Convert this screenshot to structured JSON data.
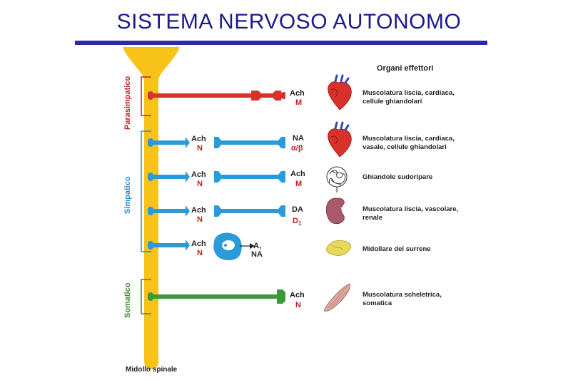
{
  "title": "SISTEMA NERVOSO AUTONOMO",
  "header_organi": "Organi effettori",
  "footer_label": "Midollo spinale",
  "side_labels": {
    "parasimpatico": "Parasimpatico",
    "simpatico": "Simpatico",
    "somatico": "Somatico"
  },
  "rows": [
    {
      "id": "para",
      "pre_label": "",
      "pre_receptor": "",
      "post_label": "Ach",
      "post_receptor": "M",
      "organ_icon": "heart-icon",
      "organ_lines": [
        "Muscolatura liscia, cardiaca,",
        "cellule ghiandolari"
      ]
    },
    {
      "id": "simp-1",
      "pre_label": "Ach",
      "pre_receptor": "N",
      "post_label": "NA",
      "post_receptor": "α/β",
      "organ_icon": "heart-icon",
      "organ_lines": [
        "Muscolatura liscia, cardiaca,",
        "vasale, cellule ghiandolari"
      ]
    },
    {
      "id": "simp-2",
      "pre_label": "Ach",
      "pre_receptor": "N",
      "post_label": "Ach",
      "post_receptor": "M",
      "organ_icon": "sweat-gland-icon",
      "organ_lines": [
        "Ghiandole sudoripare"
      ]
    },
    {
      "id": "simp-3",
      "pre_label": "Ach",
      "pre_receptor": "N",
      "post_label": "DA",
      "post_receptor": "D1",
      "organ_icon": "kidney-icon",
      "organ_lines": [
        "Muscolatura liscia, vascolare,",
        "renale"
      ]
    },
    {
      "id": "simp-4",
      "pre_label": "Ach",
      "pre_receptor": "N",
      "post_label_lines": [
        "A,",
        "NA"
      ],
      "organ_icon": "adrenal-gland-icon",
      "organ_lines": [
        "Midollare del surrene"
      ]
    },
    {
      "id": "soma",
      "post_label": "Ach",
      "post_receptor": "N",
      "organ_icon": "skeletal-muscle-icon",
      "organ_lines": [
        "Muscolatura scheletrica,",
        "somatica"
      ]
    }
  ],
  "colors": {
    "title": "#1a1a8c",
    "spinal_cord": "#f7c31a",
    "parasimpatico": "#d8322a",
    "simpatico": "#2a9ad8",
    "somatico": "#3a9a3a",
    "side_label_para": "#c0202a",
    "side_label_simp": "#2a8ac8",
    "side_label_soma": "#3a8a2a",
    "receptor": "#c0202a"
  }
}
